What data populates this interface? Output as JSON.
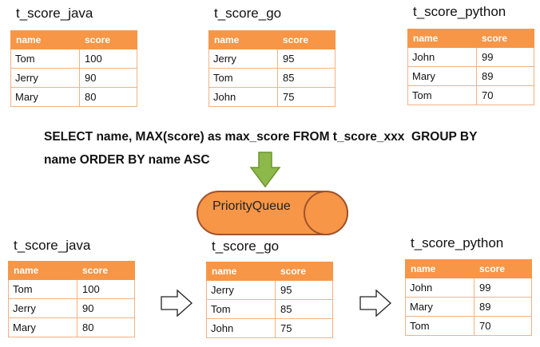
{
  "top": {
    "tables": [
      {
        "title": "t_score_java",
        "headers": [
          "name",
          "score"
        ],
        "rows": [
          [
            "Tom",
            "100"
          ],
          [
            "Jerry",
            "90"
          ],
          [
            "Mary",
            "80"
          ]
        ]
      },
      {
        "title": "t_score_go",
        "headers": [
          "name",
          "score"
        ],
        "rows": [
          [
            "Jerry",
            "95"
          ],
          [
            "Tom",
            "85"
          ],
          [
            "John",
            "75"
          ]
        ]
      },
      {
        "title": "t_score_python",
        "headers": [
          "name",
          "score"
        ],
        "rows": [
          [
            "John",
            "99"
          ],
          [
            "Mary",
            "89"
          ],
          [
            "Tom",
            "70"
          ]
        ]
      }
    ]
  },
  "sql": {
    "line1": "SELECT name, MAX(score) as max_score FROM t_score_xxx  GROUP BY",
    "line2": "name ORDER BY name ASC"
  },
  "queue": {
    "label": "PriorityQueue"
  },
  "bottom": {
    "tables": [
      {
        "title": "t_score_java",
        "headers": [
          "name",
          "score"
        ],
        "rows": [
          [
            "Tom",
            "100"
          ],
          [
            "Jerry",
            "90"
          ],
          [
            "Mary",
            "80"
          ]
        ]
      },
      {
        "title": "t_score_go",
        "headers": [
          "name",
          "score"
        ],
        "rows": [
          [
            "Jerry",
            "95"
          ],
          [
            "Tom",
            "85"
          ],
          [
            "John",
            "75"
          ]
        ]
      },
      {
        "title": "t_score_python",
        "headers": [
          "name",
          "score"
        ],
        "rows": [
          [
            "John",
            "99"
          ],
          [
            "Mary",
            "89"
          ],
          [
            "Tom",
            "70"
          ]
        ]
      }
    ]
  },
  "colors": {
    "accent": "#f79646",
    "arrow_green": "#8db84a",
    "border": "#f4b183"
  }
}
